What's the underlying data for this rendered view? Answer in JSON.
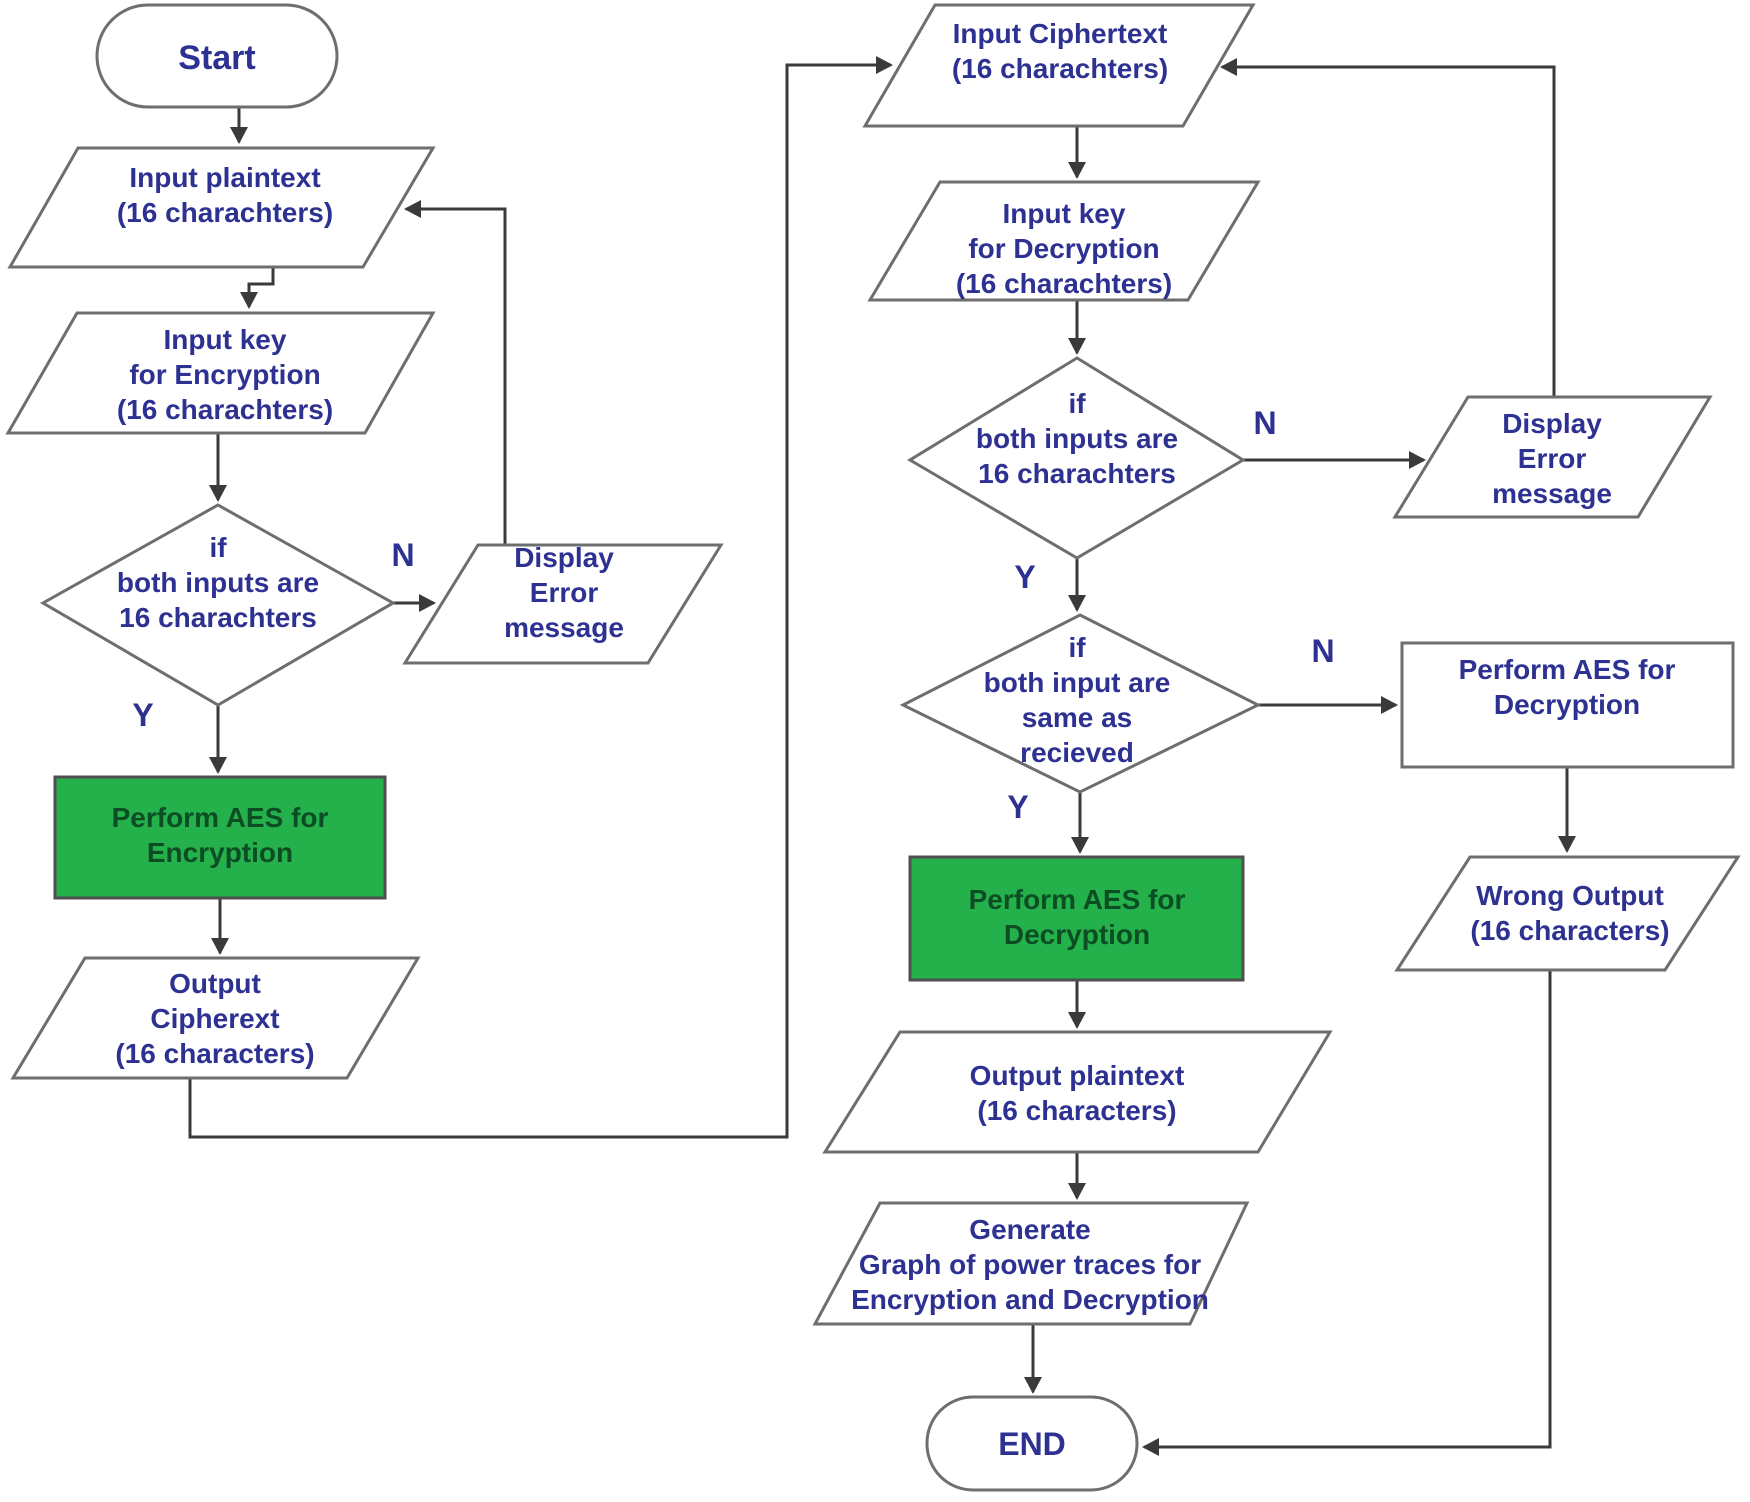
{
  "diagram": {
    "type": "flowchart",
    "title": "AES Encryption and Decryption flowchart",
    "colors": {
      "process_green": "#24b14c",
      "text_navy": "#2d3191",
      "green_box_text": "#0c4d24",
      "shape_stroke": "#6e6e6e",
      "arrow": "#3a3a3a",
      "background": "#ffffff"
    },
    "nodes": {
      "start": {
        "shape": "terminator",
        "label": "Start"
      },
      "input_plaintext": {
        "shape": "io",
        "label": "Input plaintext\n(16 charachters)"
      },
      "input_key_encryption": {
        "shape": "io",
        "label": "Input key\nfor Encryption\n(16 charachters)"
      },
      "check_16_left": {
        "shape": "decision",
        "label": "if\nboth inputs are\n16 charachters",
        "yes_label": "Y",
        "no_label": "N"
      },
      "display_error_left": {
        "shape": "io",
        "label": "Display\nError\nmessage"
      },
      "perform_aes_encryption": {
        "shape": "process",
        "label": "Perform AES for\nEncryption"
      },
      "output_ciphertext": {
        "shape": "io",
        "label": "Output\nCipherext\n(16 characters)"
      },
      "input_ciphertext": {
        "shape": "io",
        "label": "Input Ciphertext\n(16 charachters)"
      },
      "input_key_decryption": {
        "shape": "io",
        "label": "Input key\nfor Decryption\n(16 charachters)"
      },
      "check_16_right": {
        "shape": "decision",
        "label": "if\nboth inputs are\n16 charachters",
        "yes_label": "Y",
        "no_label": "N"
      },
      "display_error_right": {
        "shape": "io",
        "label": "Display\nError\nmessage"
      },
      "check_same_as_received": {
        "shape": "decision",
        "label": "if\nboth input are\nsame as\nrecieved",
        "yes_label": "Y",
        "no_label": "N"
      },
      "perform_aes_decryption_plain": {
        "shape": "process",
        "label": "Perform AES for\nDecryption"
      },
      "wrong_output": {
        "shape": "io",
        "label": "Wrong Output\n(16 characters)"
      },
      "perform_aes_decryption_green": {
        "shape": "process",
        "label": "Perform AES for\nDecryption"
      },
      "output_plaintext": {
        "shape": "io",
        "label": "Output plaintext\n(16 characters)"
      },
      "generate_graph": {
        "shape": "io",
        "label": "Generate\nGraph of power traces for\nEncryption and Decryption"
      },
      "end": {
        "shape": "terminator",
        "label": "END"
      }
    }
  }
}
